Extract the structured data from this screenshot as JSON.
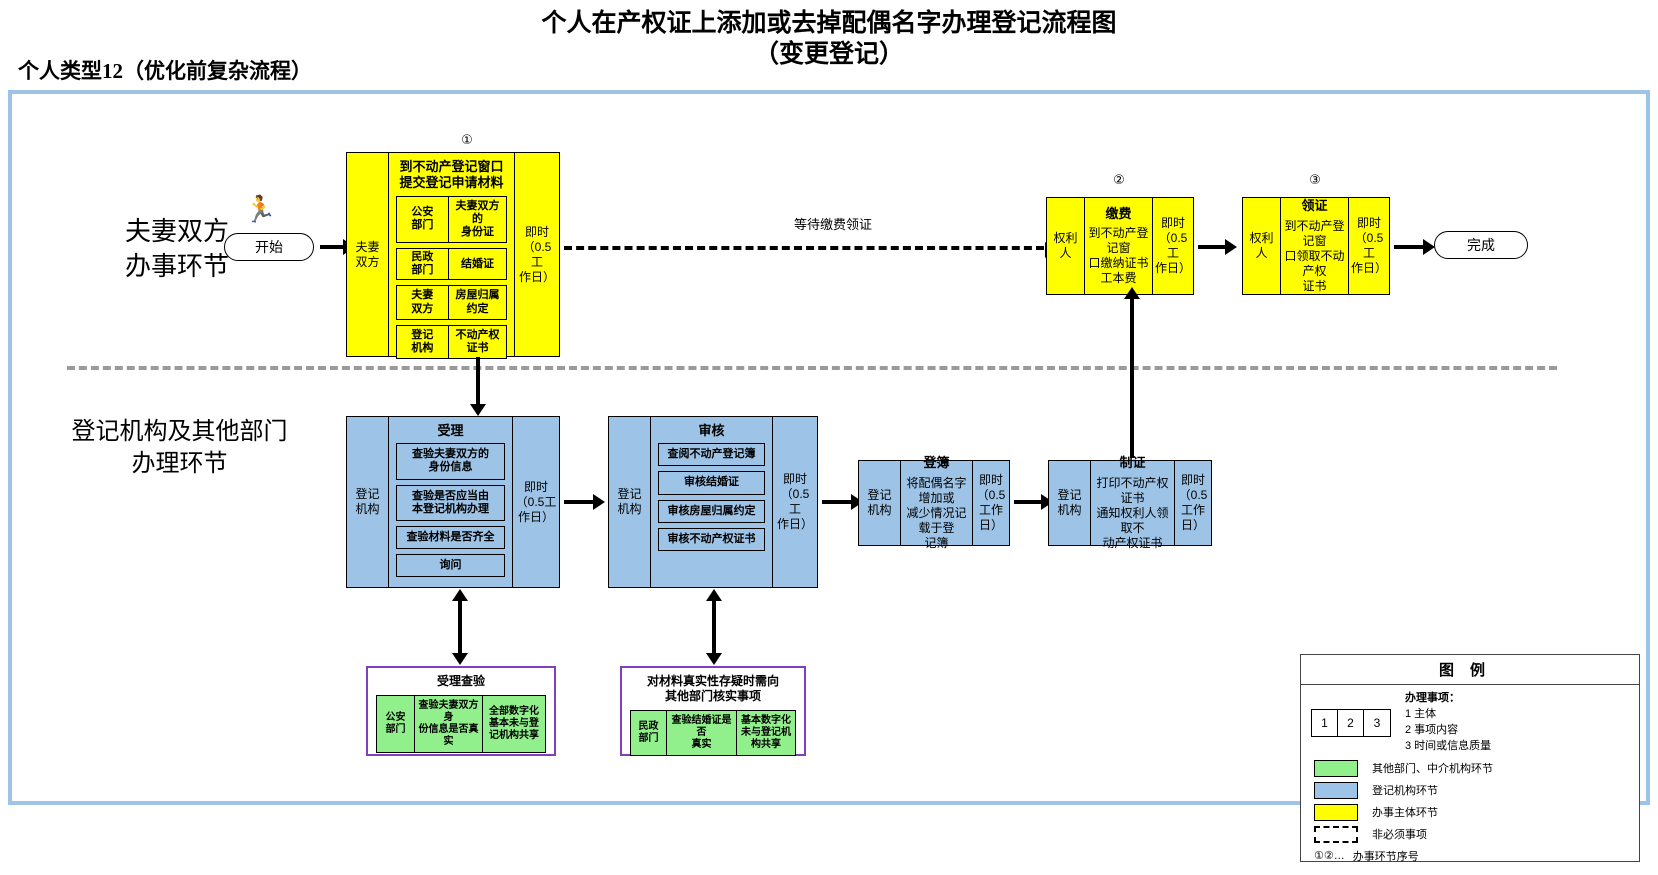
{
  "header": {
    "title_line1": "个人在产权证上添加或去掉配偶名字办理登记流程图",
    "title_line2": "（变更登记）",
    "subtitle": "个人类型12（优化前复杂流程）"
  },
  "lanes": {
    "top_label_line1": "夫妻双方",
    "top_label_line2": "办事环节",
    "bottom_label_line1": "登记机构及其他部门",
    "bottom_label_line2": "办理环节"
  },
  "terminals": {
    "start": "开始",
    "end": "完成"
  },
  "markers": {
    "m1": "①",
    "m2": "②",
    "m3": "③"
  },
  "waiting_label": "等待缴费领证",
  "stages": {
    "apply": {
      "actor": "夫妻\n双方",
      "title": "到不动产登记窗口\n提交登记申请材料",
      "time": "即时\n（0.5工\n作日）",
      "items": [
        {
          "dept": "公安\n部门",
          "content": "夫妻双方的\n身份证"
        },
        {
          "dept": "民政\n部门",
          "content": "结婚证"
        },
        {
          "dept": "夫妻\n双方",
          "content": "房屋归属约定"
        },
        {
          "dept": "登记\n机构",
          "content": "不动产权证书"
        }
      ]
    },
    "pay": {
      "actor": "权利人",
      "title": "缴费",
      "content": "到不动产登记窗\n口缴纳证书\n工本费",
      "time": "即时\n（0.5工\n作日）"
    },
    "receive": {
      "actor": "权利人",
      "title": "领证",
      "content": "到不动产登记窗\n口领取不动产权\n证书",
      "time": "即时\n（0.5工\n作日）"
    },
    "accept": {
      "actor": "登记\n机构",
      "title": "受理",
      "time": "即时\n（0.5工\n作日）",
      "items": [
        "查验夫妻双方的\n身份信息",
        "查验是否应当由\n本登记机构办理",
        "查验材料是否齐全",
        "询问"
      ]
    },
    "review": {
      "actor": "登记\n机构",
      "title": "审核",
      "time": "即时\n（0.5工\n作日）",
      "items": [
        "查阅不动产登记簿",
        "审核结婚证",
        "审核房屋归属约定",
        "审核不动产权证书"
      ]
    },
    "register": {
      "actor": "登记\n机构",
      "title": "登簿",
      "content": "将配偶名字增加或\n减少情况记载于登\n记簿",
      "time": "即时\n（0.5\n工作\n日）"
    },
    "certify": {
      "actor": "登记\n机构",
      "title": "制证",
      "content": "打印不动产权证书\n通知权利人领取不\n动产权证书",
      "time": "即时\n（0.5\n工作\n日）"
    }
  },
  "checks": {
    "accept_check": {
      "title": "受理查验",
      "cells": [
        "公安\n部门",
        "查验夫妻双方身\n份信息是否真实",
        "全部数字化\n基本未与登\n记机构共享"
      ]
    },
    "verify_check": {
      "title": "对材料真实性存疑时需向\n其他部门核实事项",
      "cells": [
        "民政\n部门",
        "查验结婚证是否\n真实",
        "基本数字化\n未与登记机\n构共享"
      ]
    }
  },
  "legend": {
    "header": "图例",
    "numbers": [
      "1",
      "2",
      "3"
    ],
    "matters_title": "办理事项：",
    "matters": [
      "1 主体",
      "2 事项内容",
      "3 时间或信息质量"
    ],
    "rows": [
      {
        "swatch": "#92f08c",
        "label": "其他部门、中介机构环节"
      },
      {
        "swatch": "#9dc3e6",
        "label": "登记机构环节"
      },
      {
        "swatch": "#ffff00",
        "label": "办事主体环节"
      }
    ],
    "dashed_label": "非必须事项",
    "seq_symbol": "①②…",
    "seq_label": "办事环节序号"
  },
  "colors": {
    "yellow": "#ffff00",
    "blue": "#9dc3e6",
    "green": "#92f08c",
    "purple": "#7f3fbf",
    "frame": "#9dc3e6"
  }
}
